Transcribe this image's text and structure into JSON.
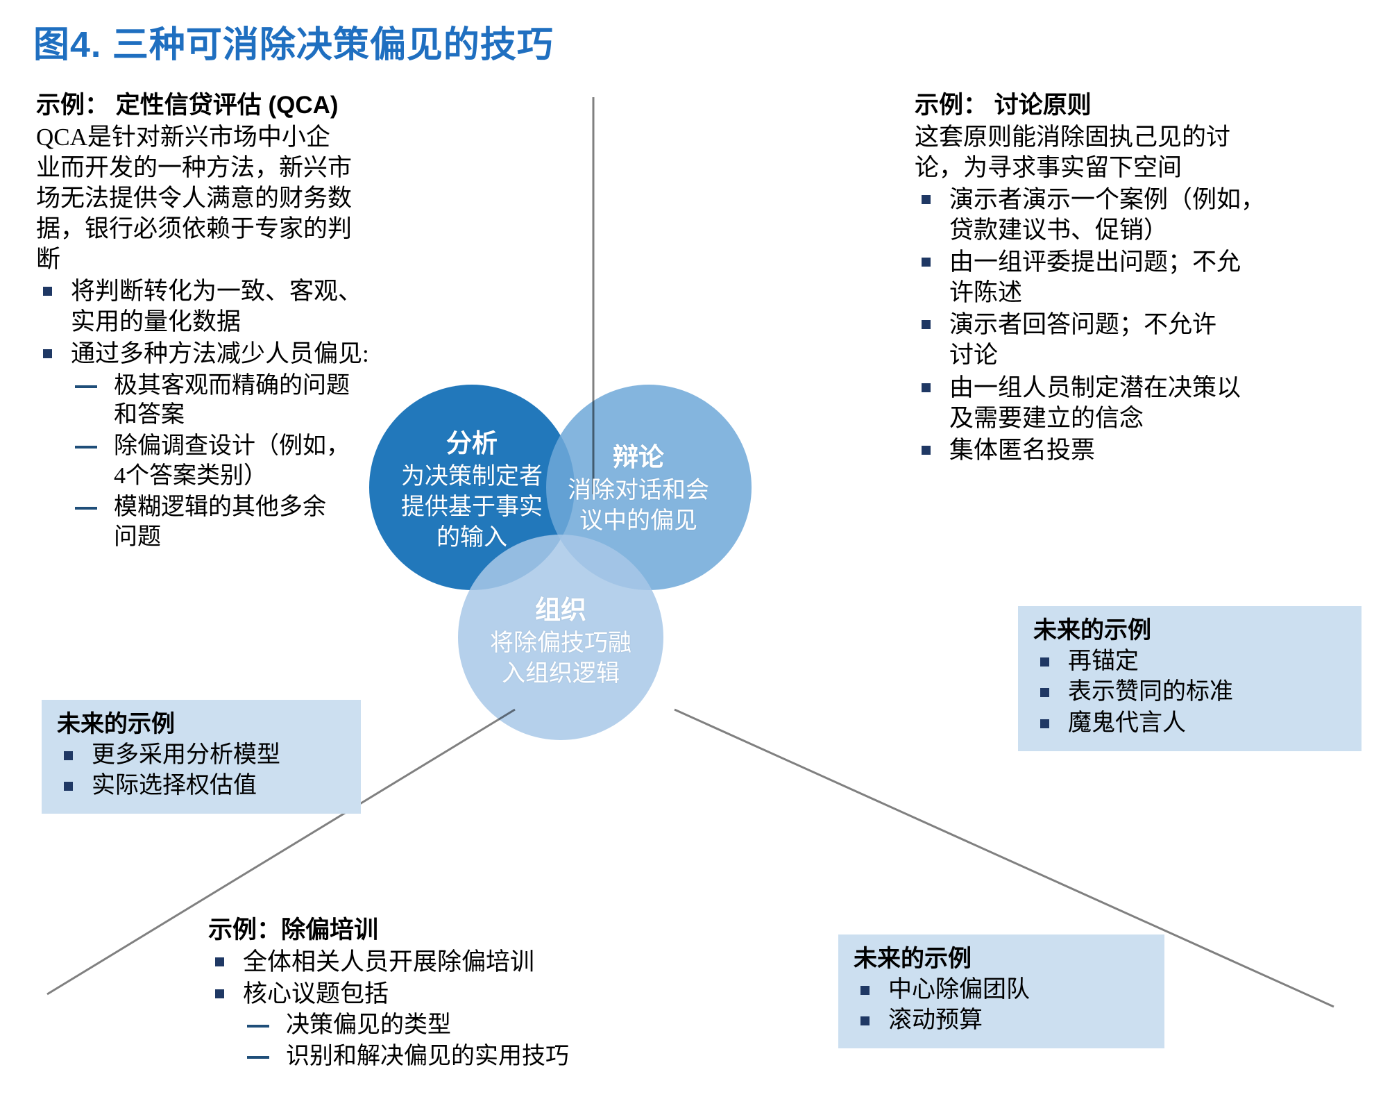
{
  "title": "图4. 三种可消除决策偏见的技巧",
  "colors": {
    "title": "#1F6FC0",
    "circle_analysis": "#0F6DB5",
    "circle_debate": "#6FA8D8",
    "circle_organize": "#A8C8E8",
    "future_box_bg": "#CCDFF0",
    "bullet": "#1F3864",
    "dash": "#1F4E79",
    "divider": "#808080"
  },
  "venn": {
    "analysis": {
      "title": "分析",
      "desc": [
        "为决策制定者",
        "提供基于事实",
        "的输入"
      ]
    },
    "debate": {
      "title": "辩论",
      "desc": [
        "消除对话和会",
        "议中的偏见"
      ]
    },
    "organize": {
      "title": "组织",
      "desc": [
        "将除偏技巧融",
        "入组织逻辑"
      ]
    }
  },
  "left_block": {
    "heading": "示例： 定性信贷评估 (QCA)",
    "paragraph": [
      "QCA是针对新兴市场中小企",
      "业而开发的一种方法，新兴市",
      "场无法提供令人满意的财务数",
      "据，银行必须依赖于专家的判",
      "断"
    ],
    "bullets": [
      {
        "text": [
          "将判断转化为一致、客观、",
          "实用的量化数据"
        ],
        "sub": []
      },
      {
        "text": [
          "通过多种方法减少人员偏见:"
        ],
        "sub": [
          [
            "极其客观而精确的问题",
            "和答案"
          ],
          [
            "除偏调查设计（例如，",
            "4个答案类别）"
          ],
          [
            "模糊逻辑的其他多余",
            "问题"
          ]
        ]
      }
    ]
  },
  "left_future_box": {
    "heading": "未来的示例",
    "bullets": [
      "更多采用分析模型",
      "实际选择权估值"
    ]
  },
  "right_block": {
    "heading": "示例： 讨论原则",
    "paragraph": [
      "这套原则能消除固执己见的讨",
      "论，为寻求事实留下空间"
    ],
    "bullets": [
      [
        "演示者演示一个案例（例如，",
        "贷款建议书、促销）"
      ],
      [
        "由一组评委提出问题；不允",
        "许陈述"
      ],
      [
        "演示者回答问题；不允许",
        "讨论"
      ],
      [
        "由一组人员制定潜在决策以",
        "及需要建立的信念"
      ],
      [
        "集体匿名投票"
      ]
    ]
  },
  "right_future_box": {
    "heading": "未来的示例",
    "bullets": [
      "再锚定",
      "表示赞同的标准",
      "魔鬼代言人"
    ]
  },
  "bottom_block": {
    "heading": "示例：除偏培训",
    "bullets": [
      {
        "text": [
          "全体相关人员开展除偏培训"
        ],
        "sub": []
      },
      {
        "text": [
          "核心议题包括"
        ],
        "sub": [
          [
            "决策偏见的类型"
          ],
          [
            "识别和解决偏见的实用技巧"
          ]
        ]
      }
    ]
  },
  "bottom_future_box": {
    "heading": "未来的示例",
    "bullets": [
      "中心除偏团队",
      "滚动预算"
    ]
  }
}
